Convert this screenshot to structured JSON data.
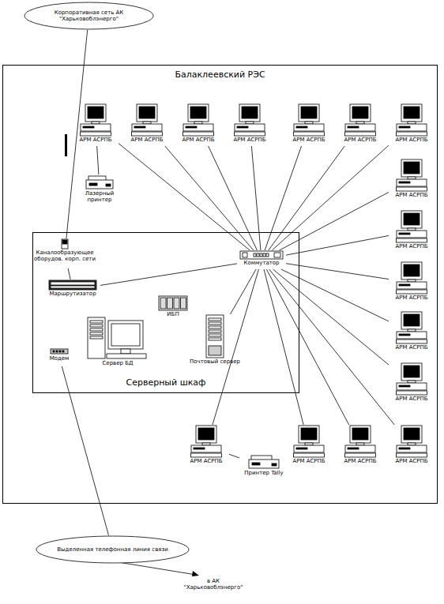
{
  "diagram": {
    "nodes": [
      {
        "text": [
          "Корпоративная сеть АК \"Харьковоблэнерго\""
        ]
      },
      {
        "text": [
          "Балаклеевский РЭС"
        ]
      },
      {
        "text": [
          "АРМ АСРПБ"
        ],
        "in": 1
      },
      {
        "text": [
          "АРМ АСРПБ"
        ],
        "in": 1
      },
      {
        "text": [
          "АРМ АСРПБ"
        ],
        "in": 1
      },
      {
        "text": [
          "АРМ АСРПБ"
        ],
        "in": 1
      },
      {
        "text": [
          "АРМ АСРПБ"
        ],
        "in": 1
      },
      {
        "text": [
          "АРМ АСРПБ"
        ],
        "in": 1
      },
      {
        "text": [
          "АРМ АСРПБ"
        ],
        "in": 1
      },
      {
        "text": [
          "Лазерный принтер"
        ],
        "in": 1
      },
      {
        "text": [
          "АРМ АСРПБ"
        ],
        "in": 1
      },
      {
        "text": [
          "АРМ АСРПБ"
        ],
        "in": 1
      },
      {
        "text": [
          "АРМ АСРПБ"
        ],
        "in": 1
      },
      {
        "text": [
          "АРМ АСРПБ"
        ],
        "in": 1
      },
      {
        "text": [
          "АРМ АСРПБ"
        ],
        "in": 1
      },
      {
        "text": [
          "Серверный шкаф"
        ],
        "in": 1
      },
      {
        "text": [
          "Каналообразующее оборудов. корп. сети"
        ],
        "in": 15
      },
      {
        "text": [
          "Коммутатор"
        ],
        "in": 15
      },
      {
        "text": [
          "Маршрутизатор"
        ],
        "in": 15
      },
      {
        "text": [
          "ИБП"
        ],
        "in": 15
      },
      {
        "text": [
          "Модем"
        ],
        "in": 15
      },
      {
        "text": [
          "Сервер БД"
        ],
        "in": 15
      },
      {
        "text": [
          "Почтовый сервер"
        ],
        "in": 15
      },
      {
        "text": [
          "АРМ АСРПБ"
        ],
        "in": 1
      },
      {
        "text": [
          "АРМ АСРПБ"
        ],
        "in": 1
      },
      {
        "text": [
          "АРМ АСРПБ"
        ],
        "in": 1
      },
      {
        "text": [
          "АРМ АСРПБ"
        ],
        "in": 1
      },
      {
        "text": [
          "Принтер Tally"
        ],
        "in": 1
      },
      {
        "text": [
          "Выделенная телефонная линия связи"
        ]
      }
    ],
    "edges": [
      {
        "from": 0,
        "to": 16,
        "arrow": "none"
      },
      {
        "from": 16,
        "to": 18,
        "arrow": "none"
      },
      {
        "from": 18,
        "to": 17,
        "arrow": "none"
      },
      {
        "from": 17,
        "to": 2,
        "arrow": "none"
      },
      {
        "from": 17,
        "to": 3,
        "arrow": "none"
      },
      {
        "from": 17,
        "to": 4,
        "arrow": "none"
      },
      {
        "from": 17,
        "to": 5,
        "arrow": "none"
      },
      {
        "from": 17,
        "to": 6,
        "arrow": "none"
      },
      {
        "from": 17,
        "to": 7,
        "arrow": "none"
      },
      {
        "from": 17,
        "to": 8,
        "arrow": "none"
      },
      {
        "from": 17,
        "to": 10,
        "arrow": "none"
      },
      {
        "from": 17,
        "to": 11,
        "arrow": "none"
      },
      {
        "from": 17,
        "to": 12,
        "arrow": "none"
      },
      {
        "from": 17,
        "to": 13,
        "arrow": "none"
      },
      {
        "from": 17,
        "to": 14,
        "arrow": "none"
      },
      {
        "from": 17,
        "to": 23,
        "arrow": "none"
      },
      {
        "from": 17,
        "to": 24,
        "arrow": "none"
      },
      {
        "from": 17,
        "to": 25,
        "arrow": "none"
      },
      {
        "from": 17,
        "to": 26,
        "arrow": "none"
      },
      {
        "from": 17,
        "to": 22,
        "arrow": "none"
      },
      {
        "from": 2,
        "to": 9,
        "arrow": "none"
      },
      {
        "from": 23,
        "to": 27,
        "arrow": "none"
      },
      {
        "from": 20,
        "to": 28,
        "arrow": "none"
      }
    ],
    "labels": [
      "в АК \"Харьковоблэнерго\""
    ]
  }
}
